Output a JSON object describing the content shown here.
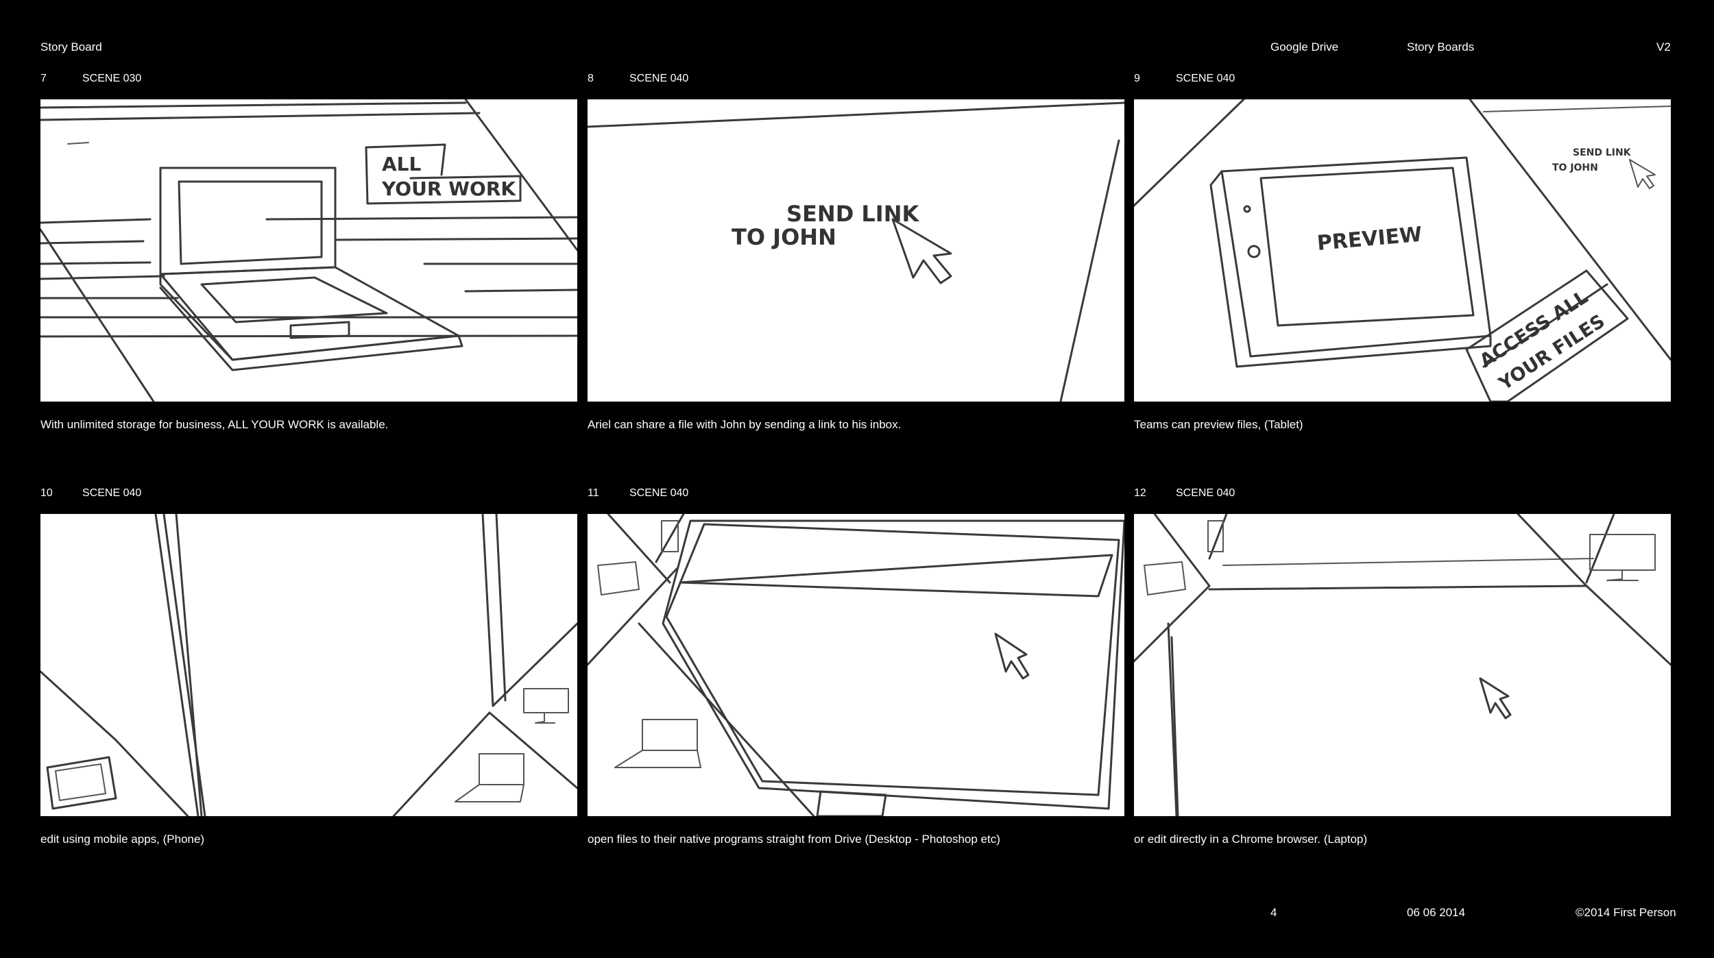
{
  "header": {
    "title": "Story Board",
    "client": "Google Drive",
    "section": "Story Boards",
    "version": "V2"
  },
  "panels": [
    {
      "number": "7",
      "scene": "SCENE 030",
      "caption": "With unlimited storage for business, ALL YOUR WORK is available.",
      "sketch_text": [
        "ALL",
        "YOUR WORK"
      ]
    },
    {
      "number": "8",
      "scene": "SCENE 040",
      "caption": "Ariel can share a file with John by sending a link to his inbox.",
      "sketch_text": [
        "SEND LINK",
        "TO JOHN"
      ]
    },
    {
      "number": "9",
      "scene": "SCENE 040",
      "caption": "Teams can preview files, (Tablet)",
      "sketch_text": [
        "PREVIEW",
        "ACCESS ALL",
        "YOUR FILES",
        "SEND LINK",
        "TO JOHN"
      ]
    },
    {
      "number": "10",
      "scene": "SCENE 040",
      "caption": "edit using mobile apps, (Phone)"
    },
    {
      "number": "11",
      "scene": "SCENE 040",
      "caption": "open files to their native programs straight from Drive (Desktop - Photoshop etc)"
    },
    {
      "number": "12",
      "scene": "SCENE 040",
      "caption": "or edit directly in a Chrome browser. (Laptop)"
    }
  ],
  "footer": {
    "page": "4",
    "date": "06 06 2014",
    "copyright": "©2014 First Person"
  }
}
